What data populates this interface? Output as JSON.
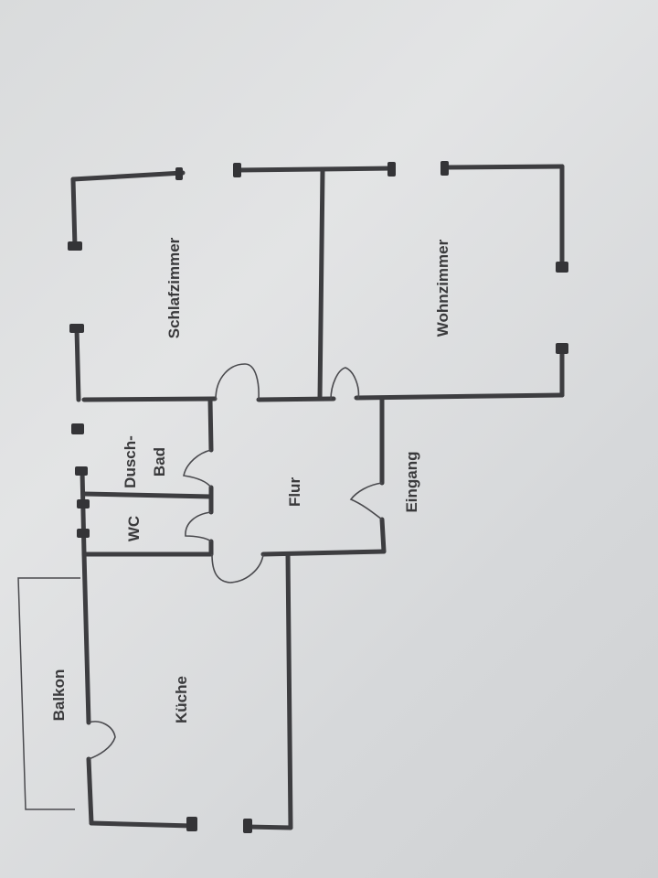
{
  "plan": {
    "rooms": {
      "schlafzimmer": "Schlafzimmer",
      "wohnzimmer": "Wohnzimmer",
      "duschbad_line1": "Dusch-",
      "duschbad_line2": "Bad",
      "wc": "WC",
      "flur": "Flur",
      "eingang": "Eingang",
      "kueche": "Küche",
      "balkon": "Balkon"
    },
    "colors": {
      "paper": "#dcdedf",
      "ink": "#3d3d40"
    }
  }
}
